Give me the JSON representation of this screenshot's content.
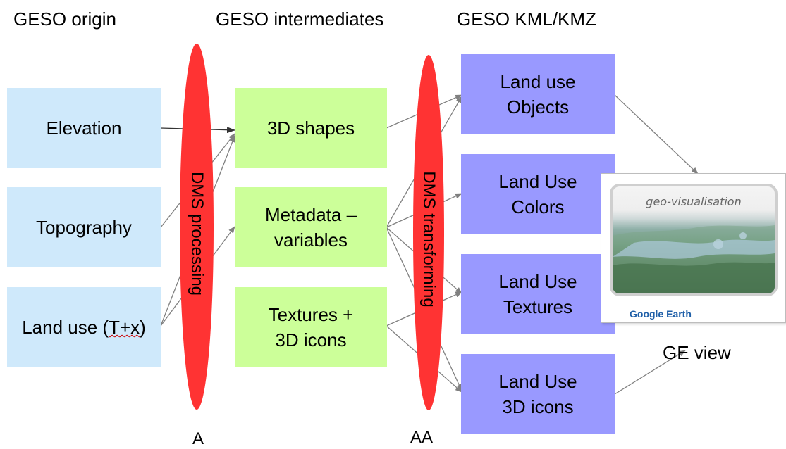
{
  "headers": {
    "origin": "GESO origin",
    "intermediates": "GESO intermediates",
    "kml": "GESO KML/KMZ"
  },
  "origin_boxes": {
    "elevation": "Elevation",
    "topography": "Topography",
    "land_use_prefix": "Land use (",
    "land_use_mid": "T+x",
    "land_use_suffix": ")"
  },
  "processing": {
    "label": "DMS processing",
    "marker": "A"
  },
  "intermediate_boxes": {
    "shapes": "3D shapes",
    "metadata_line1": "Metadata –",
    "metadata_line2": "variables",
    "textures_line1": "Textures +",
    "textures_line2": "3D icons"
  },
  "transforming": {
    "label": "DMS transforming",
    "marker": "AA"
  },
  "kml_boxes": {
    "objects_line1": "Land use",
    "objects_line2": "Objects",
    "colors_line1": "Land Use",
    "colors_line2": "Colors",
    "textures_line1": "Land Use",
    "textures_line2": "Textures",
    "icons_line1": "Land Use",
    "icons_line2": "3D icons"
  },
  "ge_panel": {
    "caption": "geo-visualisation",
    "brand": "Google Earth"
  },
  "ge_view": "GE view",
  "colors": {
    "origin_fill": "#cfe9fb",
    "intermediate_fill": "#ccff99",
    "kml_fill": "#9999ff",
    "ellipse_fill": "#ff3333",
    "arrow": "#808080"
  }
}
